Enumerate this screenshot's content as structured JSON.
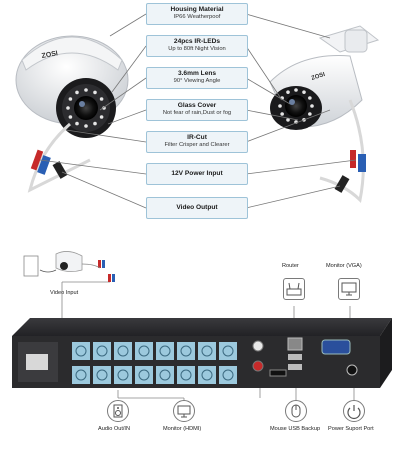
{
  "callouts": [
    {
      "title": "Housing Material",
      "sub": "IP66 Weatherpoof"
    },
    {
      "title": "24pcs IR-LEDs",
      "sub": "Up to 80ft Night Vision"
    },
    {
      "title": "3.6mm Lens",
      "sub": "90° Viewing Angle"
    },
    {
      "title": "Glass Cover",
      "sub": "Not fear of rain,Dust or fog"
    },
    {
      "title": "IR-Cut",
      "sub": "Filter Crisper and Clearer"
    },
    {
      "title": "12V Power Input",
      "sub": ""
    },
    {
      "title": "Video Output",
      "sub": ""
    }
  ],
  "brand": "ZOSI",
  "top_labels": {
    "video_input": "Video Input",
    "router": "Router",
    "monitor_vga": "Monitor (VGA)"
  },
  "bottom_labels": {
    "audio": "Audio Out/IN",
    "hdmi": "Monitor (HDMI)",
    "usb": "Mouse USB Backup",
    "power": "Power Suport Port"
  },
  "icons": {
    "camera": "camera-icon",
    "router": "router-icon",
    "monitor_vga": "monitor-icon",
    "speaker": "speaker-icon",
    "hdmi_monitor": "monitor-icon",
    "mouse": "mouse-icon",
    "power": "power-icon"
  },
  "colors": {
    "callout_fill": "#eef4f8",
    "callout_border": "#9ec3d8",
    "bnc_port": "#9cc9dd",
    "dvr_body": "#2b2b2d",
    "line": "#666666"
  }
}
